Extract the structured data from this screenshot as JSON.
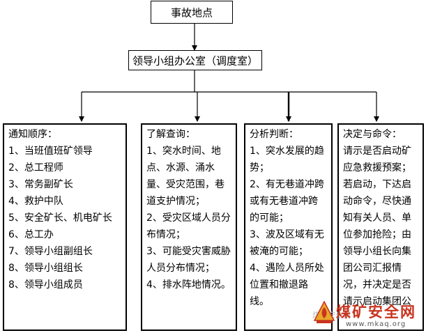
{
  "nodes": {
    "accident_site": "事故地点",
    "leadership_office": "领导小组办公室（调度室）"
  },
  "columns": [
    {
      "title": "通知顺序：",
      "items": [
        "1、当班值班矿领导",
        "2、总工程师",
        "3、常务副矿长",
        "4、救护中队",
        "5、安全矿长、机电矿长",
        "6、总工办",
        "7、领导小组副组长",
        "8、领导小组组长",
        "8、领导小组成员"
      ]
    },
    {
      "title": "了解查询：",
      "items": [
        "1、突水时间、地点、水源、涌水量、受灾范围，巷道支护情况；",
        "2、受灾区域人员分布情况；",
        "3、可能受灾害威胁人员分布情况；",
        "4、排水阵地情况。"
      ]
    },
    {
      "title": "分析判断：",
      "items": [
        "1、突水发展的趋势；",
        "2、有无巷道冲跨或有无巷道冲跨的可能；",
        "3、波及区域有无被淹的可能；",
        "4、遇险人员所处位置和撤退路线。"
      ]
    },
    {
      "title": "决定与命令：",
      "items": [
        "请示是否启动矿应急救援预案；若启动，下达启动命令，尽快通知有关人员、单位参加抢险；由领导小组长向集团公司汇报情况，并决定是否请示启动集团公"
      ]
    }
  ],
  "watermark": {
    "brand": "煤矿安全网",
    "url": "www.mkaq.org",
    "overlay": "煤矿安全网"
  }
}
